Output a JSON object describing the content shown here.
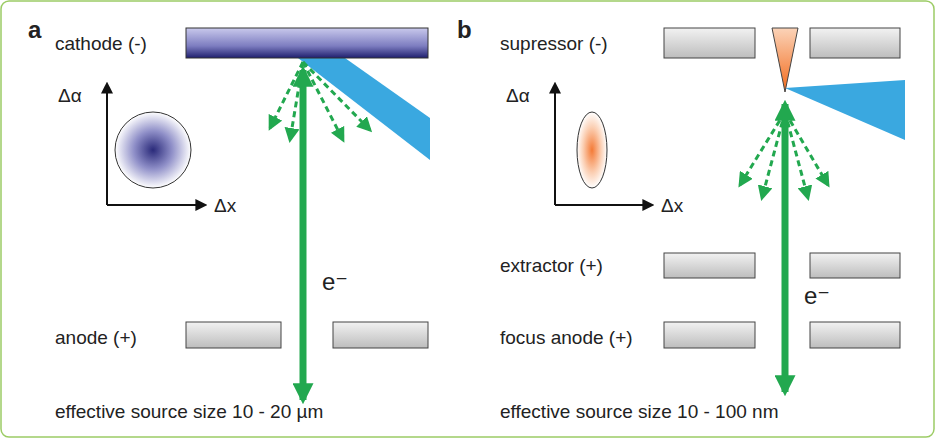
{
  "diagram": {
    "labels": [
      "a",
      "cathode (-)",
      "Δα",
      "Δx",
      "e⁻",
      "anode (+)",
      "effective source size 10 - 20 µm",
      "b",
      "supressor (-)",
      "Δα",
      "Δx",
      "extractor (+)",
      "e⁻",
      "focus anode (+)",
      "effective source size 10 - 100 nm"
    ]
  }
}
